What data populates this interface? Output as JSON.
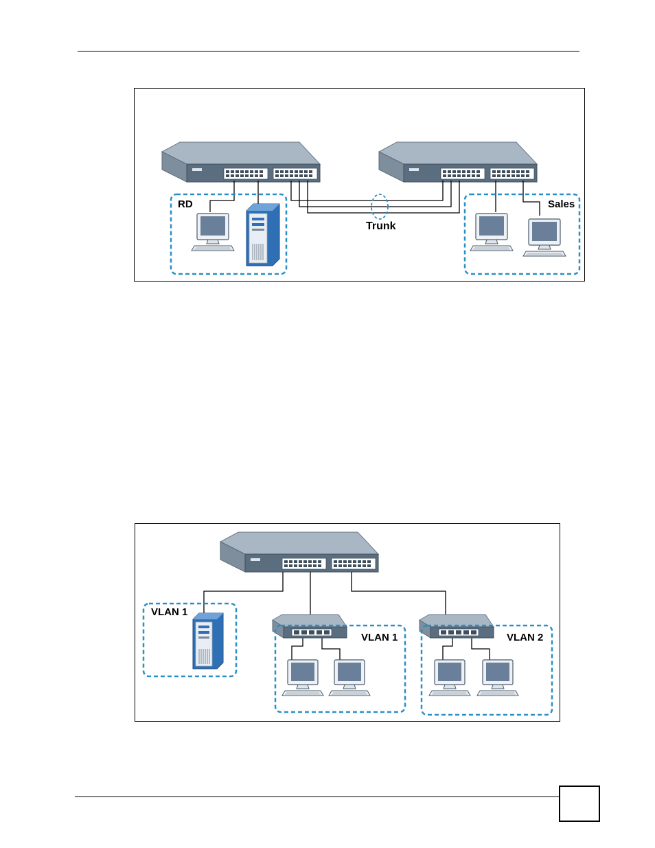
{
  "figure1": {
    "labels": {
      "rd": "RD",
      "trunk": "Trunk",
      "sales": "Sales"
    }
  },
  "figure2": {
    "labels": {
      "vlan_left": "VLAN 1",
      "vlan_middle": "VLAN 1",
      "vlan_right": "VLAN 2"
    }
  },
  "colors": {
    "dashed_group": "#2a8fc6",
    "switch_top": "#a9b6c3",
    "switch_front": "#5b6e80",
    "server_blue": "#2f6fb5",
    "monitor_screen": "#6a7f99"
  },
  "page_number": ""
}
